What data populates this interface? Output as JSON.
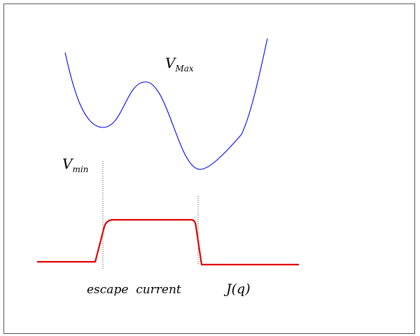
{
  "labels": {
    "v_max": "V",
    "v_max_sub": "Max",
    "v_min": "V",
    "v_min_sub": "min",
    "escape_current": "escape  current",
    "j_of_q": "J(q)"
  },
  "colors": {
    "potential_curve": "#0000ff",
    "current_curve": "#e00000",
    "guide_lines": "#444444",
    "frame": "#555555",
    "text": "#000000"
  }
}
